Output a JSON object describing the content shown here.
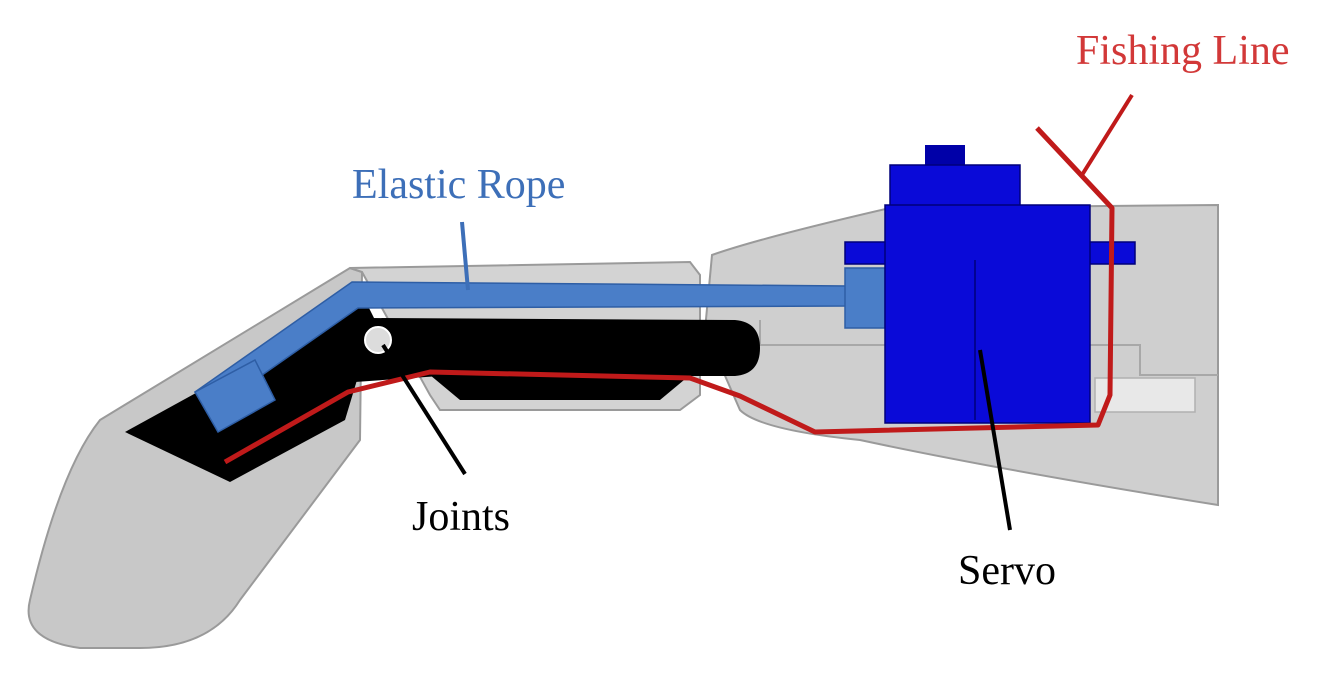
{
  "labels": {
    "fishing_line": "Fishing Line",
    "elastic_rope": "Elastic Rope",
    "joints": "Joints",
    "servo": "Servo"
  },
  "colors": {
    "background": "#ffffff",
    "shell": "#c8c8c8",
    "shell_light": "#d3d3d3",
    "shell_stroke": "#9a9a9a",
    "bone": "#000000",
    "elastic_rope": "#4a7ec8",
    "fishing_line": "#c01a1a",
    "fishing_line_label": "#d23838",
    "elastic_rope_label": "#3d6fb8",
    "servo": "#0a0ad8",
    "servo_dark": "#0000a8",
    "text": "#000000",
    "slot": "#e8e8e8"
  }
}
